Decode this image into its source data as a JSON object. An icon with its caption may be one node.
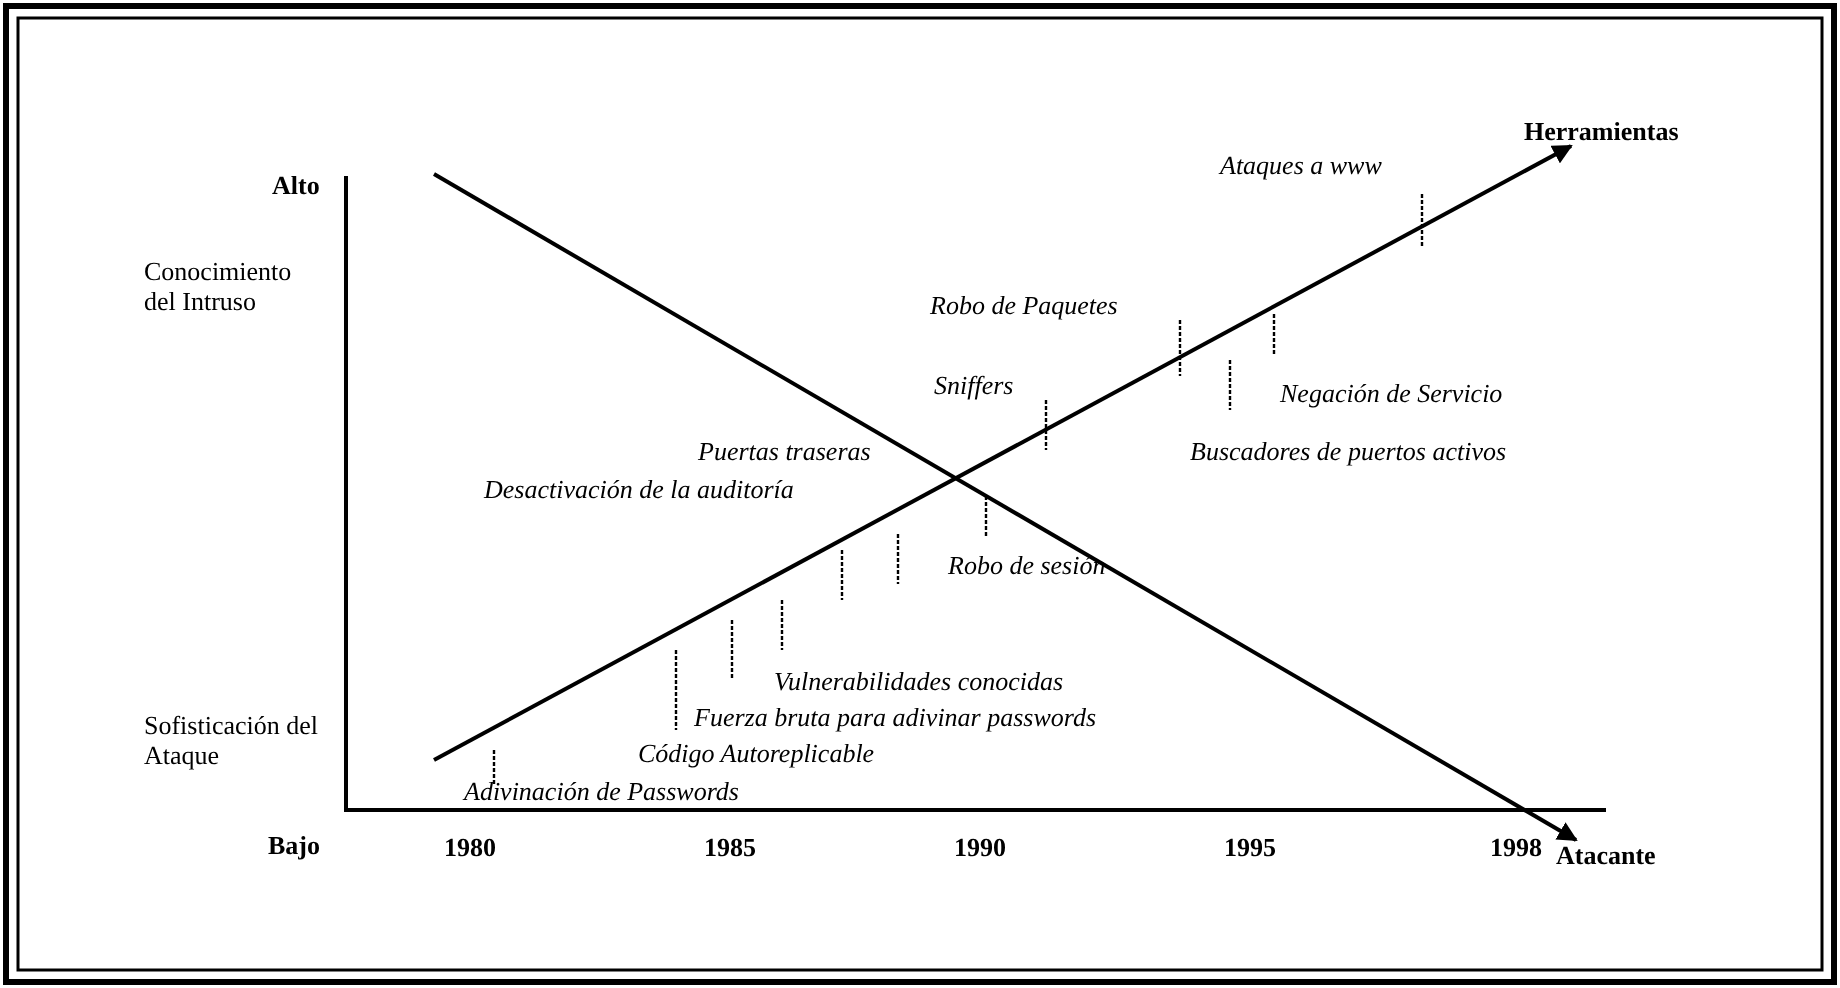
{
  "diagram": {
    "nodes": [
      {
        "text": [
          "Herramientas"
        ]
      },
      {
        "text": [
          "Atacante"
        ]
      }
    ],
    "edges": [
      {
        "from": null,
        "to": 0,
        "arrow": "to"
      },
      {
        "from": null,
        "to": 1,
        "arrow": "to"
      }
    ],
    "labels": [
      "Alto",
      "Conocimiento del Intruso",
      "Ataques a www",
      "Robo de Paquetes",
      "Sniffers",
      "Negación de Servicio",
      "Puertas traseras",
      "Buscadores de puertos activos",
      "Desactivación de la auditoría",
      "Robo de sesión",
      "Vulnerabilidades conocidas",
      "Sofisticación del Ataque",
      "Fuerza bruta para adivinar passwords",
      "Código Autoreplicable",
      "Adivinación de Passwords",
      "Bajo",
      "1980",
      "1985",
      "1990",
      "1995",
      "1998"
    ]
  }
}
